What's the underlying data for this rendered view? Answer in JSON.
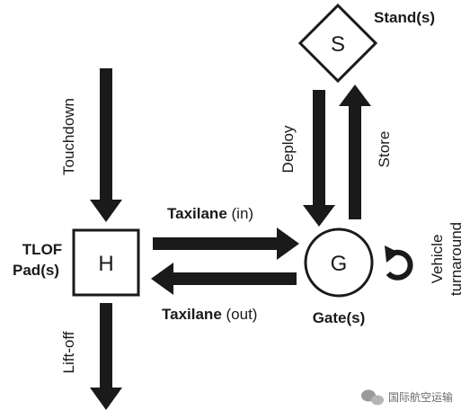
{
  "nodes": {
    "stand": {
      "symbol": "S",
      "label": "Stand(s)"
    },
    "pad": {
      "symbol": "H",
      "label_line1": "TLOF",
      "label_line2": "Pad(s)"
    },
    "gate": {
      "symbol": "G",
      "label": "Gate(s)"
    }
  },
  "flows": {
    "touchdown": "Touchdown",
    "liftoff": "Lift-off",
    "deploy": "Deploy",
    "store": "Store",
    "taxilane_in_bold": "Taxilane",
    "taxilane_in_suffix": " (in)",
    "taxilane_out_bold": "Taxilane",
    "taxilane_out_suffix": " (out)",
    "turnaround_line1": "Vehicle",
    "turnaround_line2": "turnaround"
  },
  "watermark": {
    "text": "国际航空运输",
    "icon": "wechat-icon"
  },
  "colors": {
    "ink": "#1a1a1a",
    "background": "#ffffff"
  }
}
